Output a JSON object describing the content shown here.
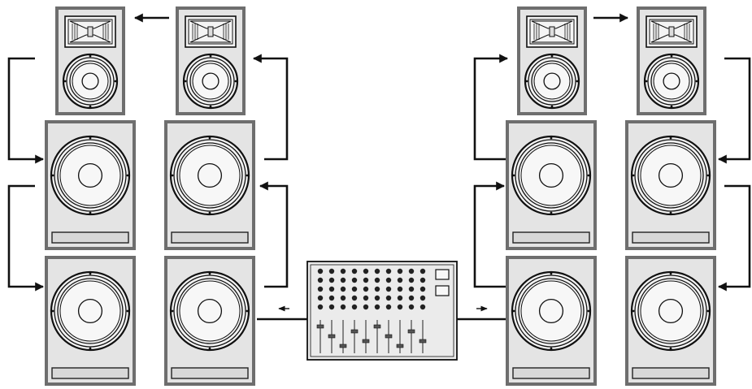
{
  "diagram": {
    "colors": {
      "cabinet_fill": "#e4e4e4",
      "cabinet_stroke": "#6e6e6e",
      "line": "#111111",
      "mixer_fill": "#ebebeb",
      "port_fill": "#d8d8d8"
    },
    "stacks": [
      {
        "id": "left-outer",
        "modules": [
          "top-speaker",
          "subwoofer",
          "subwoofer"
        ]
      },
      {
        "id": "left-inner",
        "modules": [
          "top-speaker",
          "subwoofer",
          "subwoofer"
        ]
      },
      {
        "id": "right-inner",
        "modules": [
          "top-speaker",
          "subwoofer",
          "subwoofer"
        ]
      },
      {
        "id": "right-outer",
        "modules": [
          "top-speaker",
          "subwoofer",
          "subwoofer"
        ]
      }
    ],
    "mixer": {
      "channels": 10,
      "knob_rows": 5,
      "has_display_buttons": 2
    }
  }
}
